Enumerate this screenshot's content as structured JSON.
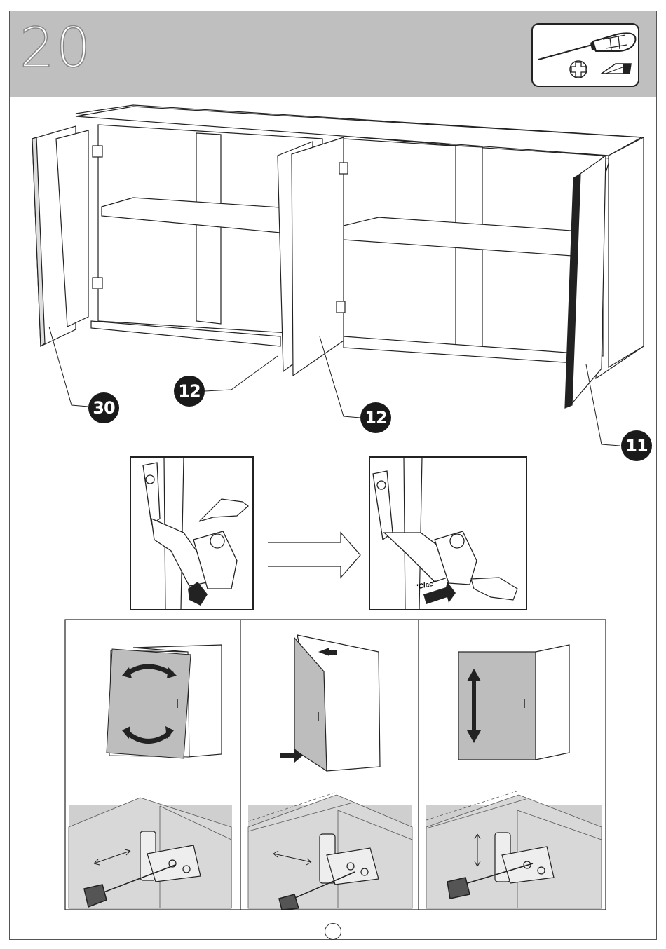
{
  "step": {
    "number": "20"
  },
  "tools": {
    "items": [
      "screwdriver-icon",
      "phillips-head-icon",
      "flat-head-icon"
    ]
  },
  "callouts": [
    {
      "label": "30"
    },
    {
      "label": "12"
    },
    {
      "label": "12"
    },
    {
      "label": "11"
    }
  ],
  "detail": {
    "sound_label": "\"Clac\""
  },
  "colors": {
    "header_bg": "#bfbfbf",
    "door_gray": "#bdbdbd",
    "callout_bg": "#1a1a1a"
  }
}
